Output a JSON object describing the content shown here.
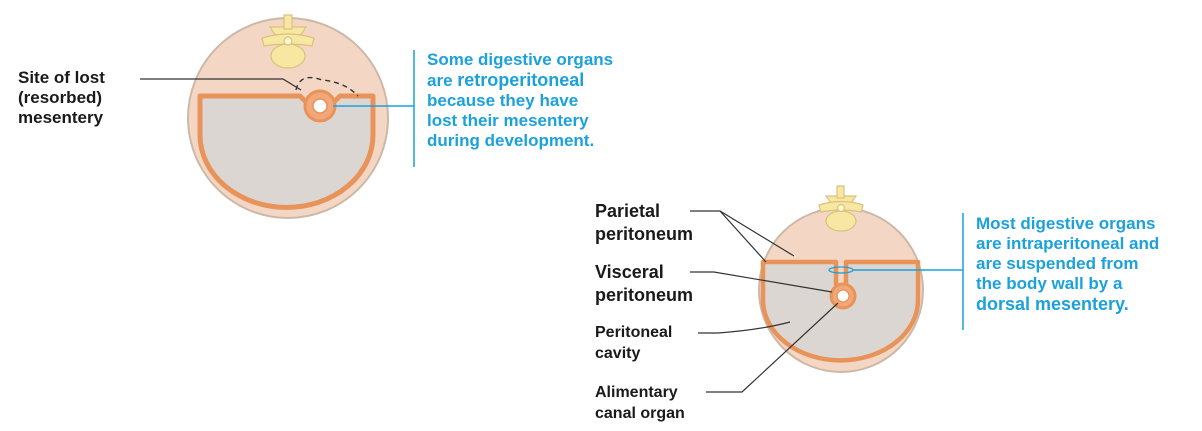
{
  "top_diagram": {
    "left_label": [
      "Site of lost",
      "(resorbed)",
      "mesentery"
    ],
    "caption": {
      "l1": "Some digestive organs",
      "l2_prefix": "are ",
      "l2_emphasis": "retroperitoneal",
      "l3": "because they have",
      "l4": "lost their mesentery",
      "l5": "during development."
    }
  },
  "bottom_diagram": {
    "parietal": [
      "Parietal",
      "peritoneum"
    ],
    "visceral": [
      "Visceral",
      "peritoneum"
    ],
    "cavity": [
      "Peritoneal",
      "cavity"
    ],
    "organ": [
      "Alimentary",
      "canal organ"
    ],
    "caption": {
      "l1": "Most digestive organs",
      "l2": "are intraperitoneal and",
      "l3": "are suspended from",
      "l4": "the body wall by a",
      "l5": "dorsal mesentery."
    }
  },
  "colors": {
    "body_fill": "#f3d7c4",
    "body_stroke": "#c9b3a3",
    "peritoneum": "#e8935a",
    "cavity": "#d9d5d2",
    "vertebra": "#f5e6a1",
    "caption_blue": "#1ba1dc"
  }
}
